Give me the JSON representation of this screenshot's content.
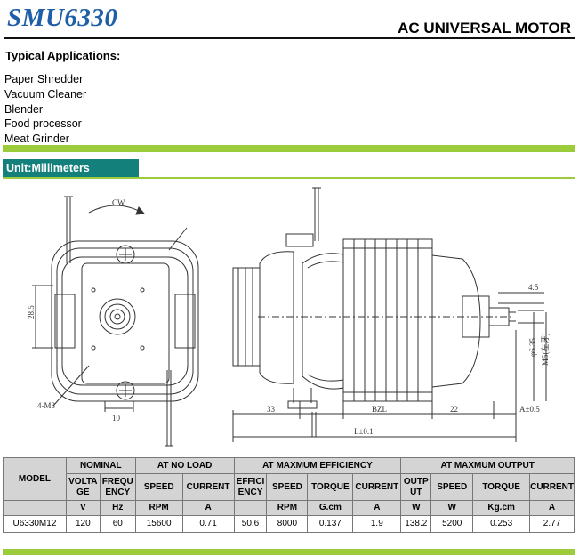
{
  "header": {
    "model": "SMU6330",
    "product_type": "AC UNIVERSAL MOTOR"
  },
  "applications": {
    "heading": "Typical Applications:",
    "items": [
      "Paper Shredder",
      "Vacuum Cleaner",
      "Blender",
      "Food processor",
      "Meat Grinder"
    ]
  },
  "unit_label": "Unit:Millimeters",
  "drawing_labels": {
    "rotation": "CW",
    "dim_28_5": "28.5",
    "dim_4m3": "4-M3",
    "dim_10": "10",
    "dim_33": "33",
    "dim_bzl": "BZL",
    "dim_22": "22",
    "dim_a": "A±0.5",
    "dim_l": "L±0.1",
    "dim_4_5": "4.5",
    "dim_phi": "φ6.35",
    "dim_m5": "M5(左牙)"
  },
  "table": {
    "groups": {
      "nominal": "NOMINAL",
      "no_load": "AT NO LOAD",
      "max_eff": "AT MAXMUM EFFICIENCY",
      "max_out": "AT MAXMUM OUTPUT"
    },
    "model_header": "MODEL",
    "columns": [
      "VOLTAGE",
      "FREQUENCY",
      "SPEED",
      "CURRENT",
      "EFFICIENCY",
      "SPEED",
      "TORQUE",
      "CURRENT",
      "OUTPUT",
      "SPEED",
      "TORQUE",
      "CURRENT"
    ],
    "units": [
      "V",
      "Hz",
      "RPM",
      "A",
      "",
      "RPM",
      "G.cm",
      "A",
      "W",
      "W",
      "Kg.cm",
      "A"
    ],
    "rows": [
      [
        "U6330M12",
        "120",
        "60",
        "15600",
        "0.71",
        "50.6",
        "8000",
        "0.137",
        "1.9",
        "138.2",
        "5200",
        "0.253",
        "2.77"
      ]
    ]
  },
  "colors": {
    "title_blue": "#1f5fa8",
    "band_green": "#9ccc3c",
    "tab_teal": "#14807c"
  }
}
